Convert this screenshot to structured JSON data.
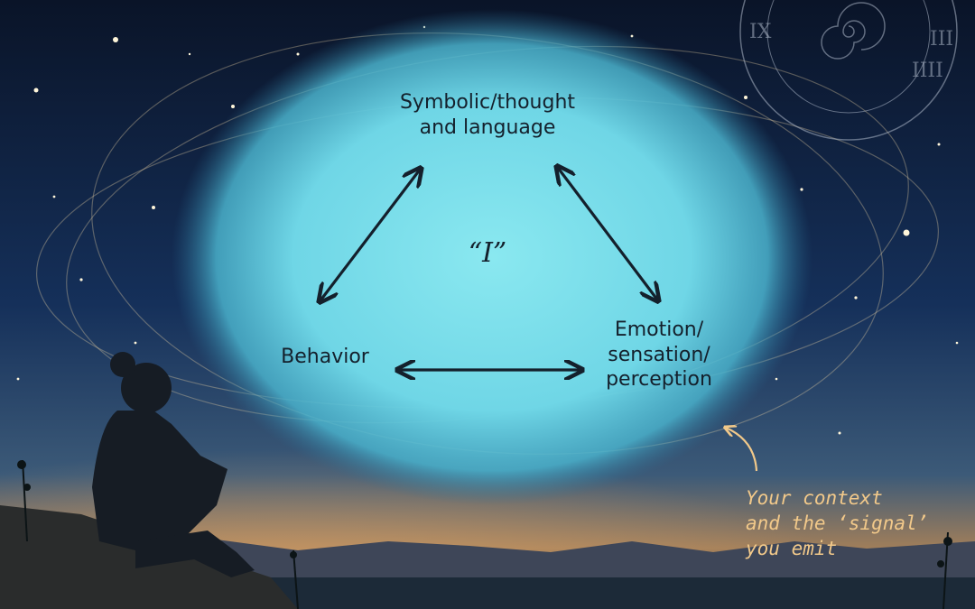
{
  "diagram": {
    "nodes": {
      "center": "“I”",
      "top": [
        "Symbolic/thought",
        "and language"
      ],
      "left": "Behavior",
      "right": [
        "Emotion/",
        "sensation/",
        "perception"
      ]
    },
    "annotation": [
      "Your context",
      "and the ‘signal’",
      "you emit"
    ]
  },
  "colors": {
    "sky_dark": "#0c1830",
    "glow": "#7ee2ec",
    "ink": "#14202c",
    "annotation": "#f2c98a"
  },
  "icons": {
    "clock": "clock-spiral-icon",
    "person": "person-silhouette-icon",
    "arrows": "double-arrow-icon",
    "pointer": "curved-arrow-icon"
  }
}
